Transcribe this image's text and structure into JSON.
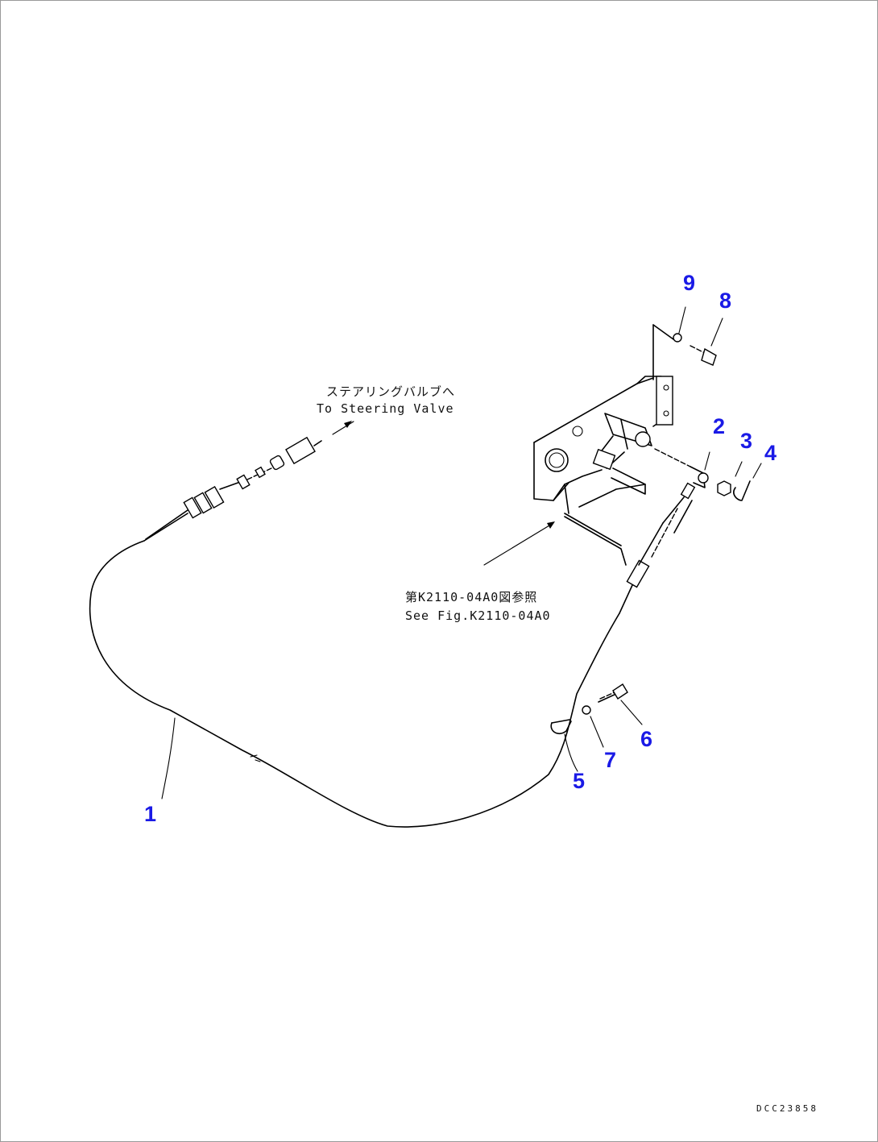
{
  "diagram": {
    "callouts": [
      "1",
      "2",
      "3",
      "4",
      "5",
      "6",
      "7",
      "8",
      "9"
    ],
    "notes": {
      "steering_valve_jp": "ステアリングバルブへ",
      "steering_valve_en": "To Steering Valve",
      "see_fig_jp": "第K2110-04A0図参照",
      "see_fig_en": "See Fig.K2110-04A0"
    },
    "drawing_id": "DCC23858",
    "callout_color": "#1a1ae6",
    "line_color": "#000000"
  }
}
